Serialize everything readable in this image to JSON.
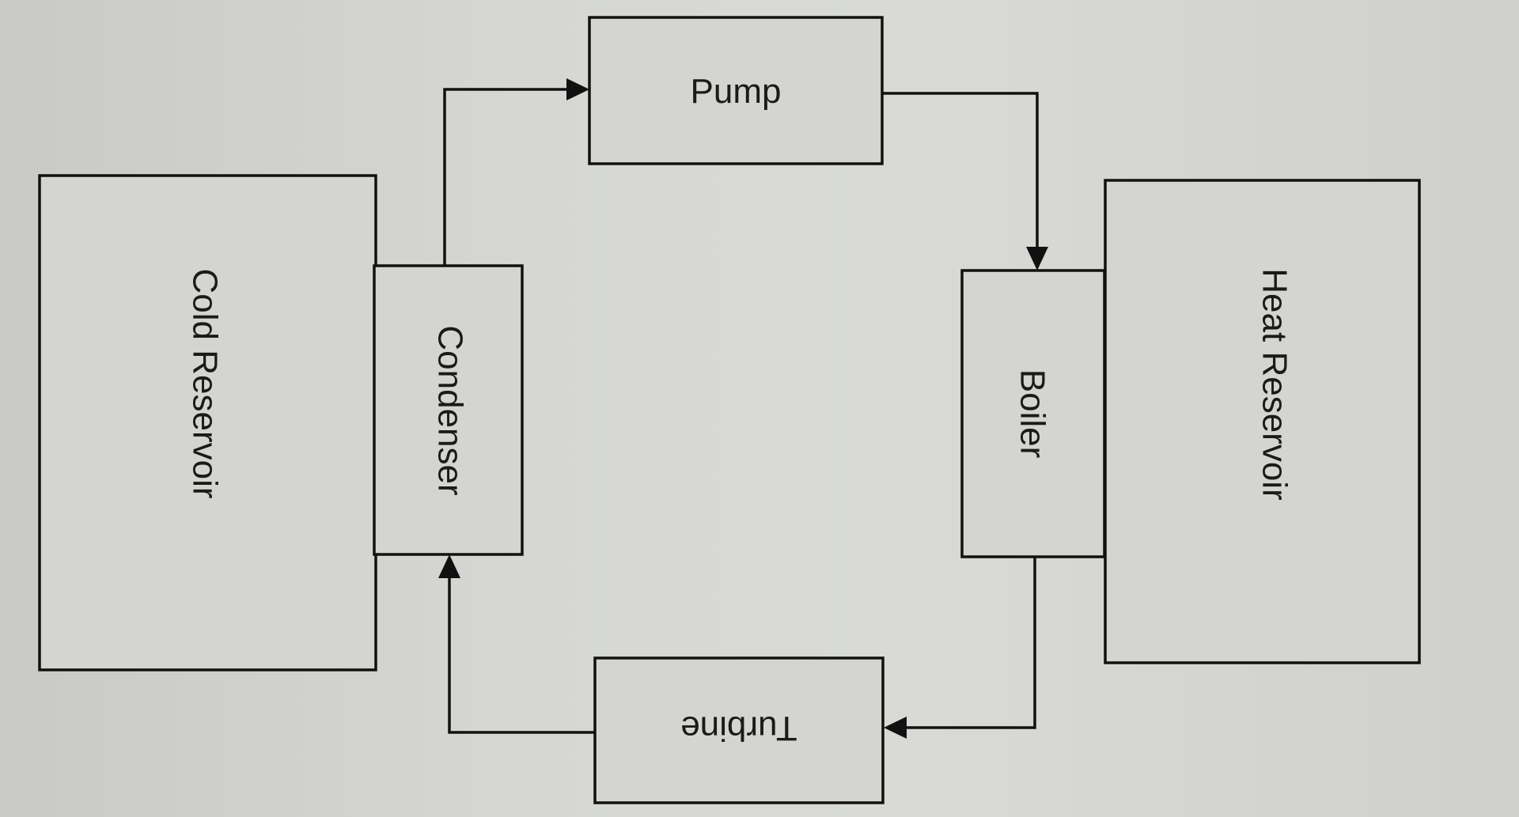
{
  "diagram": {
    "nodes": {
      "pump": "Pump",
      "boiler": "Boiler",
      "turbine": "Turbine",
      "condenser": "Condenser",
      "cold_reservoir": "Cold Reservoir",
      "heat_reservoir": "Heat Reservoir"
    },
    "edges": [
      {
        "from": "condenser",
        "to": "pump"
      },
      {
        "from": "pump",
        "to": "boiler"
      },
      {
        "from": "boiler",
        "to": "turbine"
      },
      {
        "from": "turbine",
        "to": "condenser"
      }
    ],
    "colors": {
      "stroke": "#111111",
      "box_fill": "#d4d5d1",
      "background": "#cfd0cc"
    }
  }
}
